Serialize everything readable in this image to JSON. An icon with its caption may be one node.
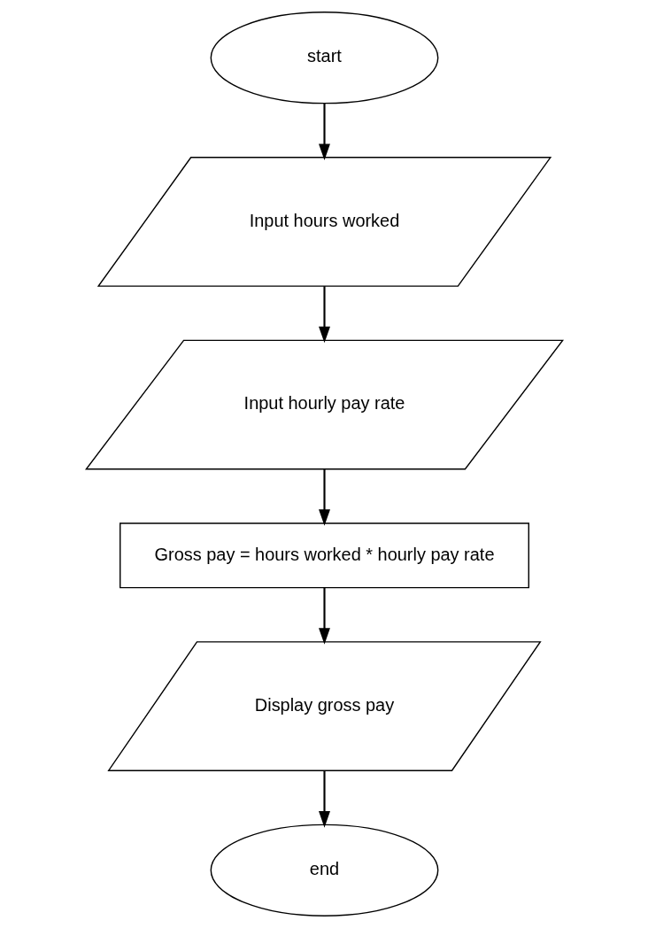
{
  "diagram": {
    "nodes": [
      {
        "text": [
          "start"
        ]
      },
      {
        "text": [
          "Input hours worked"
        ]
      },
      {
        "text": [
          "Input hourly pay rate"
        ]
      },
      {
        "text": [
          "Gross pay = hours worked * hourly pay rate"
        ]
      },
      {
        "text": [
          "Display gross pay"
        ]
      },
      {
        "text": [
          "end"
        ]
      }
    ],
    "edges": [
      {
        "from": 0,
        "to": 1,
        "arrow": "to"
      },
      {
        "from": 1,
        "to": 2,
        "arrow": "to"
      },
      {
        "from": 2,
        "to": 3,
        "arrow": "to"
      },
      {
        "from": 3,
        "to": 4,
        "arrow": "to"
      },
      {
        "from": 4,
        "to": 5,
        "arrow": "to"
      }
    ]
  }
}
